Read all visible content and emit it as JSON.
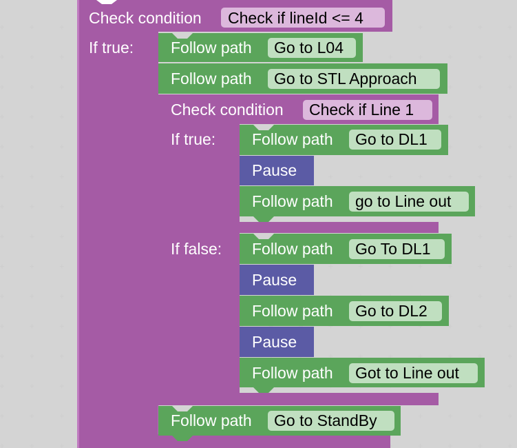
{
  "colors": {
    "condition_block": "#a55ba5",
    "condition_field": "#dcb8dc",
    "path_block": "#5ba55b",
    "path_field": "#c0dfc0",
    "pause_block": "#5b5ba5",
    "grid_plus": "#cfcfcf"
  },
  "outer_condition": {
    "label": "Check condition",
    "field": "Check if lineId <= 4",
    "if_true_label": "If true:"
  },
  "outer_true_paths": [
    {
      "label": "Follow path",
      "field": "Go to L04"
    },
    {
      "label": "Follow path",
      "field": "Go to STL Approach"
    }
  ],
  "inner_condition": {
    "label": "Check condition",
    "field": "Check if Line 1",
    "if_true_label": "If true:",
    "if_false_label": "If false:"
  },
  "inner_true": {
    "path1": {
      "label": "Follow path",
      "field": "Go to DL1"
    },
    "pause": {
      "label": "Pause"
    },
    "path2": {
      "label": "Follow path",
      "field": "go to Line out"
    }
  },
  "inner_false": {
    "path1": {
      "label": "Follow path",
      "field": "Go To DL1"
    },
    "pause1": {
      "label": "Pause"
    },
    "path2": {
      "label": "Follow path",
      "field": "Go to DL2"
    },
    "pause2": {
      "label": "Pause"
    },
    "path3": {
      "label": "Follow path",
      "field": "Got to Line out"
    }
  },
  "standby_path": {
    "label": "Follow path",
    "field": "Go to StandBy"
  }
}
